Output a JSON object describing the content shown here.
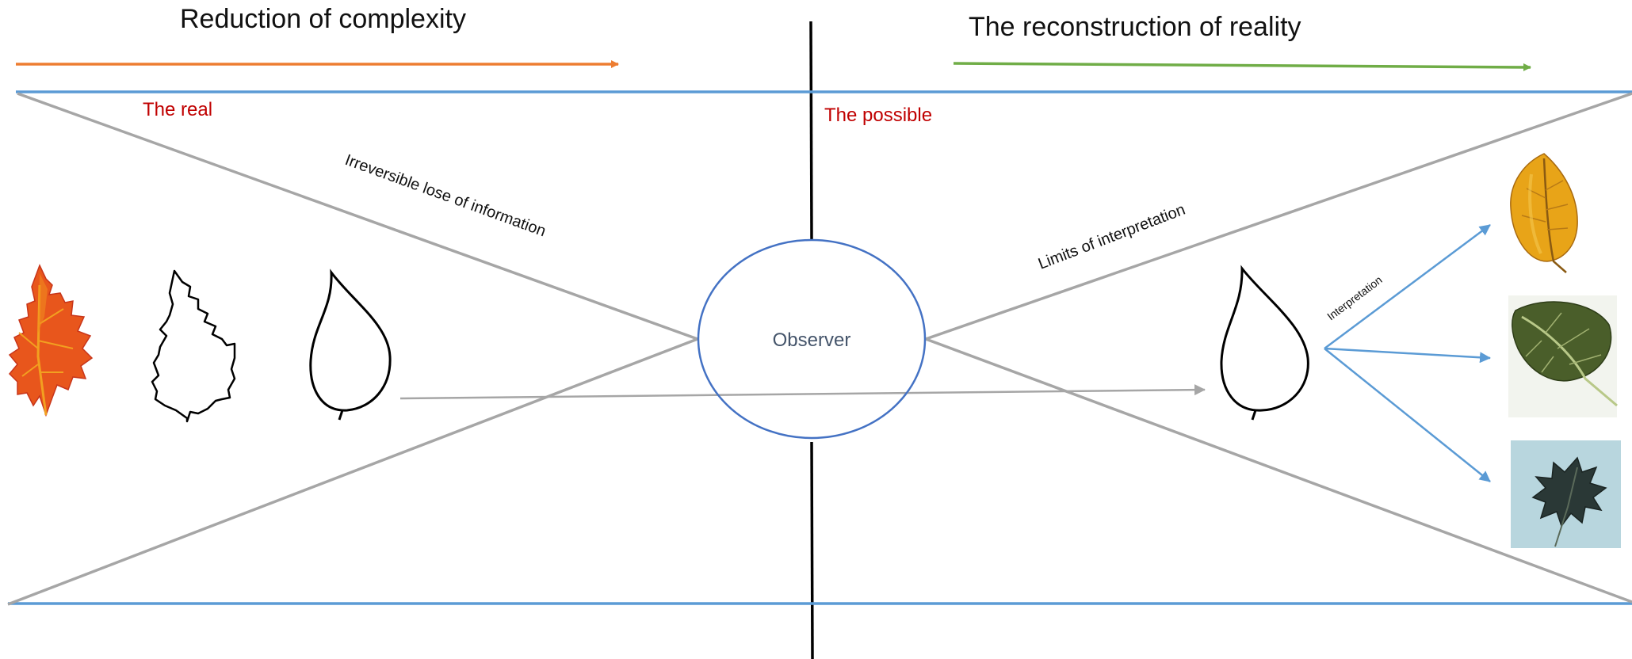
{
  "titles": {
    "left": "Reduction of complexity",
    "right": "The reconstruction of reality"
  },
  "labels": {
    "the_real": "The real",
    "the_possible": "The possible",
    "irreversible": "Irreversible lose of information",
    "limits": "Limits of interpretation",
    "interpretation": "Interpretation",
    "observer": "Observer"
  },
  "colors": {
    "orange_arrow": "#ED7D31",
    "green_arrow": "#70AD47",
    "blue_lines": "#5B9BD5",
    "gray_lines": "#A6A6A6",
    "red_text": "#C00000",
    "observer_ellipse": "#4472C4",
    "observer_text": "#44546A",
    "divider": "#000000"
  },
  "icons": {
    "leaf_photo_autumn": "orange-red-maple-leaf",
    "leaf_outline_jagged": "jagged-leaf-outline",
    "leaf_outline_simple": "simple-leaf-outline",
    "leaf_outline_interpretation": "simple-leaf-outline",
    "leaf_photo_yellow": "yellow-birch-leaf",
    "leaf_photo_green": "green-ivy-leaf",
    "leaf_photo_dark": "dark-oak-leaf"
  }
}
